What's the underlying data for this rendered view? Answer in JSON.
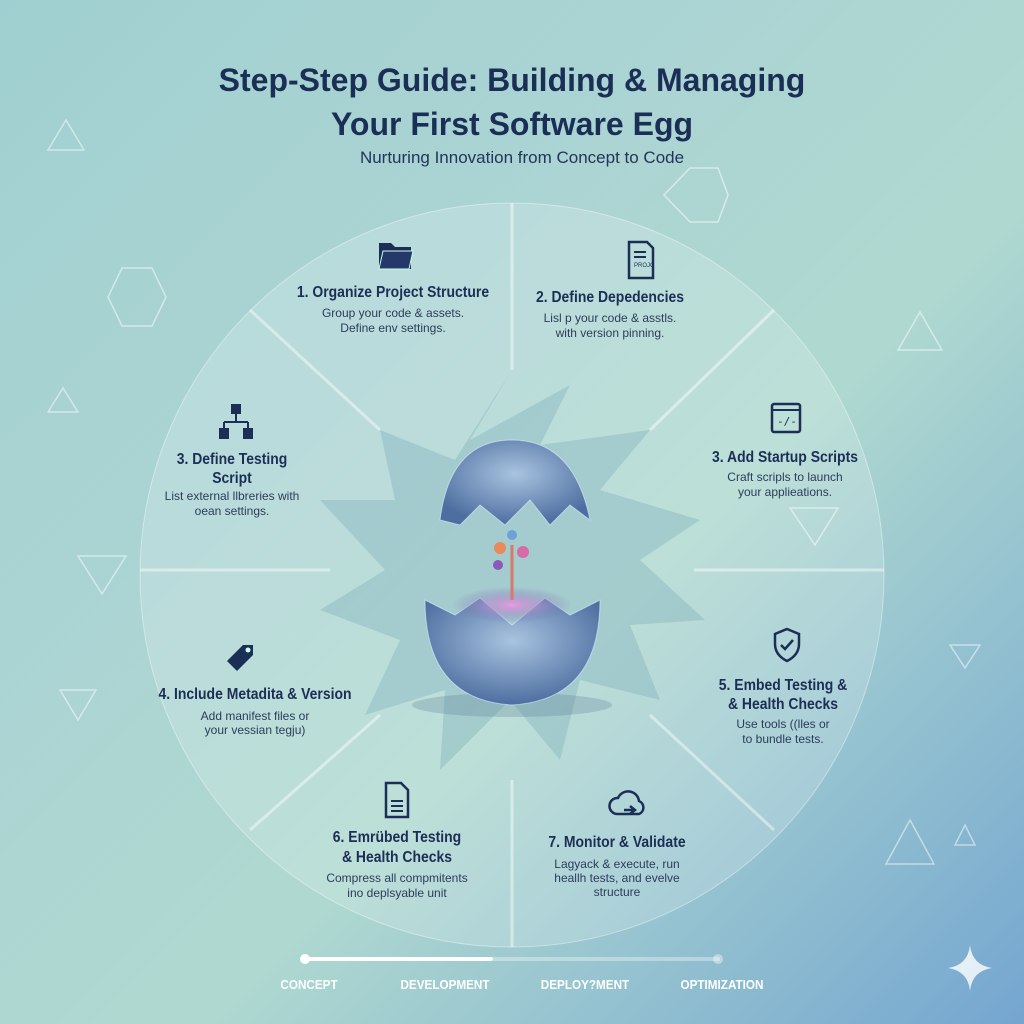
{
  "header": {
    "title_line1": "Step-Step Guide: Building & Managing",
    "title_line2": "Your First Software Egg",
    "subtitle": "Nurturing Innovation from Concept to Code"
  },
  "steps": [
    {
      "icon": "folder-icon",
      "title": [
        "1. Organize Project Structure"
      ],
      "desc": [
        "Group your code & assets.",
        "Define env settings."
      ]
    },
    {
      "icon": "document-icon",
      "title": [
        "2. Define Depedencies"
      ],
      "desc": [
        "Lisl  p your code & asstls.",
        "with version pinning."
      ]
    },
    {
      "icon": "hierarchy-icon",
      "title": [
        "3. Define Testing",
        "Script"
      ],
      "desc": [
        "List external llbreries with",
        "oean settings."
      ]
    },
    {
      "icon": "code-window-icon",
      "title": [
        "3. Add Startup Scripts"
      ],
      "desc": [
        "Craft scripls to launch",
        "your applieations."
      ]
    },
    {
      "icon": "tag-icon",
      "title": [
        "4. Include Metadita & Version"
      ],
      "desc": [
        "Add manifest files or",
        "your vessian tegju)"
      ]
    },
    {
      "icon": "shield-check-icon",
      "title": [
        "5. Embed Testing &",
        "& Health Checks"
      ],
      "desc": [
        "Use tools ((lles or",
        "to bundle tests."
      ]
    },
    {
      "icon": "file-text-icon",
      "title": [
        "6. Emrübed Testing",
        "& Health Checks"
      ],
      "desc": [
        "Compress all compmitents",
        "ino deplsyable unit"
      ]
    },
    {
      "icon": "cloud-upload-icon",
      "title": [
        "7. Monitor & Validate"
      ],
      "desc": [
        "Lagyack & execute, run",
        "heallh tests, and evelve",
        "structure"
      ]
    }
  ],
  "timeline": {
    "stages": [
      "CONCEPT",
      "DEVELOPMENT",
      "DEPLOY?MENT",
      "OPTIMIZATION"
    ],
    "progress_percent": 45
  },
  "colors": {
    "text": "#1b2e55",
    "accent": "#ffffff"
  }
}
